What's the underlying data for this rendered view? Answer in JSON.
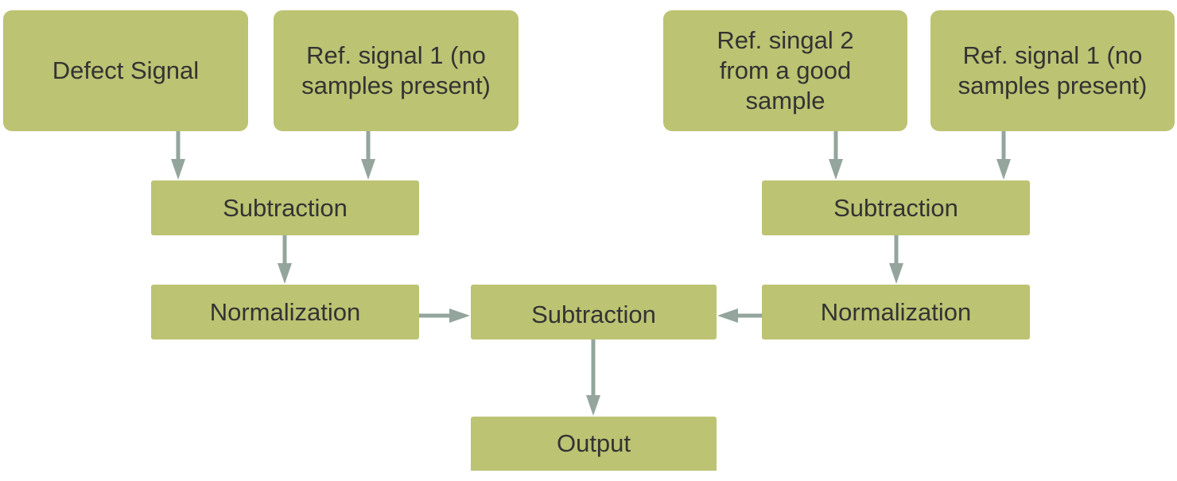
{
  "colors": {
    "node_fill": "#bcc372",
    "node_text": "#333333",
    "arrow": "#93a59c",
    "background": "#ffffff"
  },
  "nodes": {
    "defect_signal": "Defect Signal",
    "ref_signal_1_left": "Ref. signal 1 (no samples present)",
    "ref_signal_2": "Ref. singal 2 from a good sample",
    "ref_signal_1_right": "Ref. signal 1 (no samples present)",
    "subtraction_left": "Subtraction",
    "subtraction_right": "Subtraction",
    "normalization_left": "Normalization",
    "normalization_right": "Normalization",
    "subtraction_center": "Subtraction",
    "output": "Output"
  },
  "edges": [
    {
      "from": "defect_signal",
      "to": "subtraction_left"
    },
    {
      "from": "ref_signal_1_left",
      "to": "subtraction_left"
    },
    {
      "from": "ref_signal_2",
      "to": "subtraction_right"
    },
    {
      "from": "ref_signal_1_right",
      "to": "subtraction_right"
    },
    {
      "from": "subtraction_left",
      "to": "normalization_left"
    },
    {
      "from": "subtraction_right",
      "to": "normalization_right"
    },
    {
      "from": "normalization_left",
      "to": "subtraction_center"
    },
    {
      "from": "normalization_right",
      "to": "subtraction_center"
    },
    {
      "from": "subtraction_center",
      "to": "output"
    }
  ]
}
